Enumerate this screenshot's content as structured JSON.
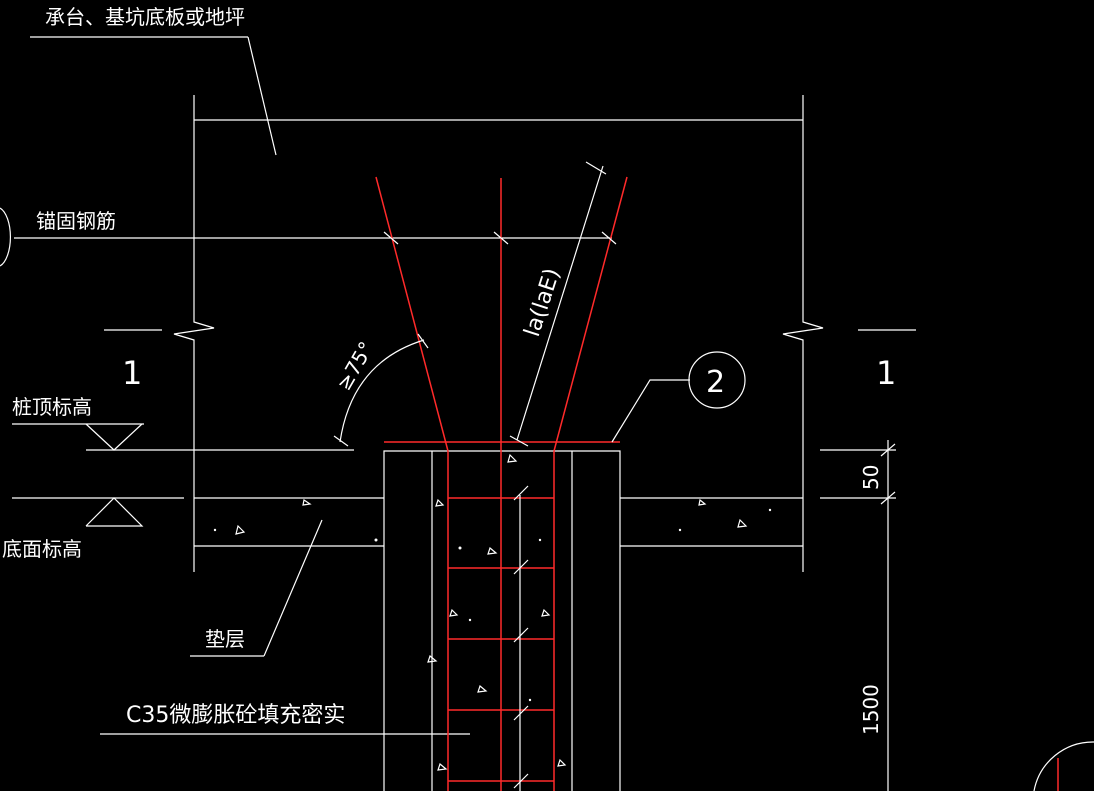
{
  "labels": {
    "cap_label": "承台、基坑底板或地坪",
    "anchor_rebar": "锚固钢筋",
    "pile_top_elev": "桩顶标高",
    "bottom_elev": "底面标高",
    "cushion": "垫层",
    "fill_concrete": "C35微膨胀砼填充密实",
    "angle": "≥75°",
    "anchor_length": "la(laE)",
    "detail_no": "2",
    "section_left": "1",
    "section_right": "1",
    "dim_50": "50",
    "dim_1500": "1500"
  },
  "colors": {
    "background": "#000000",
    "lines": "#ffffff",
    "rebar": "#ff2a2a"
  }
}
